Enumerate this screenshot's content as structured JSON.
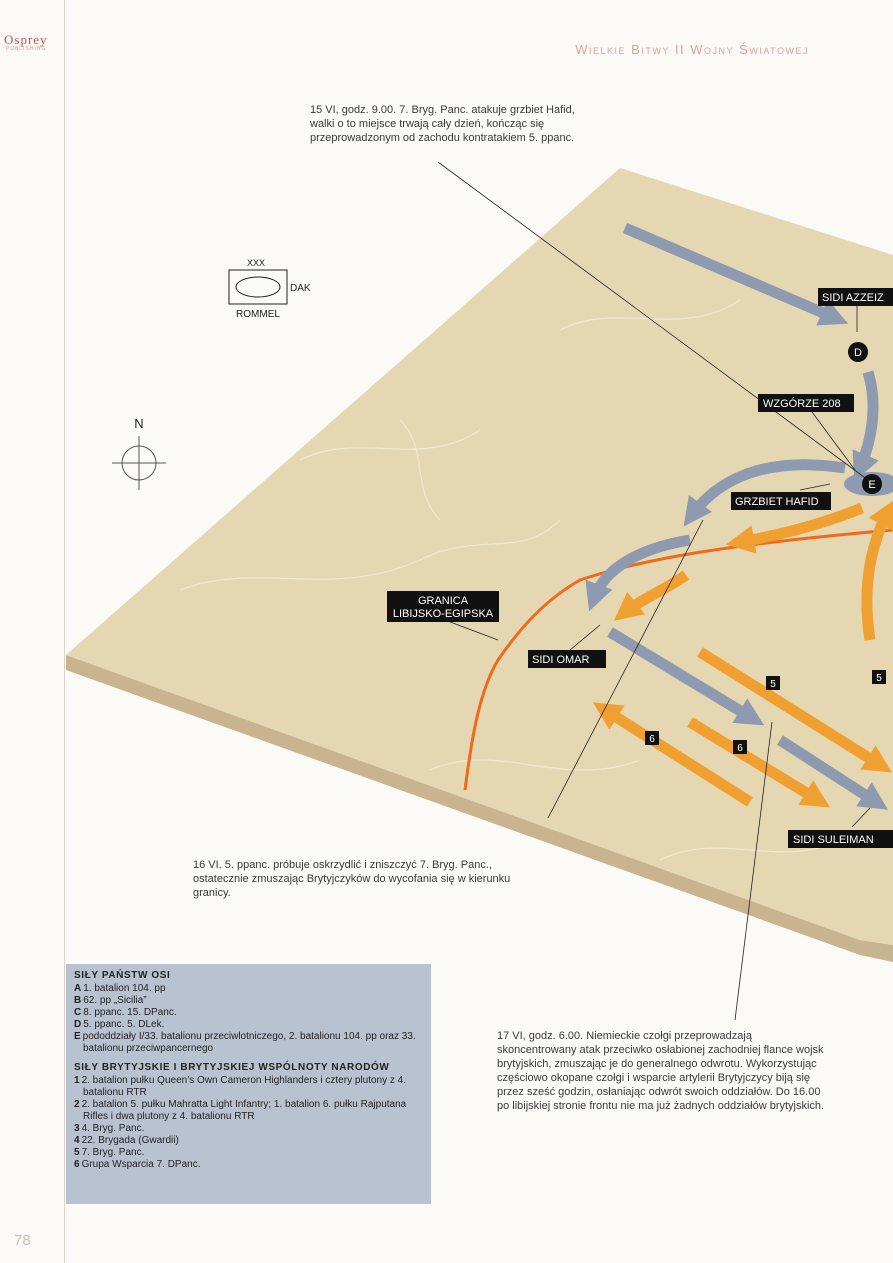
{
  "header": {
    "publisher": "Osprey",
    "publisher_sub": "PUBLISHING",
    "series_title": "Wielkie Bitwy II Wojny Światowej"
  },
  "page_number": "78",
  "colors": {
    "terrain": "#e6d7b3",
    "terrain_side": "#c8b48f",
    "axis_arrow": "#8e9ab0",
    "allied_arrow": "#f0a030",
    "border_line": "#f06a1a",
    "label_bg": "#111111"
  },
  "annotations": {
    "a15": "15 VI, godz. 9.00. 7. Bryg. Panc. atakuje grzbiet Hafid, walki o to miejsce trwają cały dzień, kończąc się przeprowadzonym od zachodu kontratakiem 5. ppanc.",
    "a16": "16 VI. 5. ppanc. próbuje oskrzydlić i zniszczyć 7. Bryg. Panc., ostatecznie zmuszając Brytyjczyków do wycofania się w kierunku granicy.",
    "a17": "17 VI, godz. 6.00. Niemieckie czołgi przeprowadzają skoncentrowany atak przeciwko osłabionej zachodniej flance wojsk brytyjskich, zmuszając je do generalnego odwrotu. Wykorzystując częściowo okopane czołgi i wsparcie artylerii Brytyjczycy biją się przez sześć godzin, osłaniając odwrót swoich oddziałów. Do 16.00 po libijskiej stronie frontu nie ma już żadnych oddziałów brytyjskich."
  },
  "legend_symbol": {
    "echelon": "XXX",
    "unit": "DAK",
    "commander": "ROMMEL"
  },
  "compass": {
    "label": "N"
  },
  "map_labels": {
    "sidi_azzeiz": "SIDI AZZEIZ",
    "wzgorze": "WZGÓRZE 208",
    "grzbiet": "GRZBIET HAFID",
    "granica_1": "GRANICA",
    "granica_2": "LIBIJSKO-EGIPSKA",
    "sidi_omar": "SIDI OMAR",
    "sidi_suleiman": "SIDI SULEIMAN"
  },
  "unit_markers": {
    "D": "D",
    "E": "E",
    "m5a": "5",
    "m5b": "5",
    "m6a": "6",
    "m6b": "6"
  },
  "forces": {
    "axis_title": "SIŁY PAŃSTW OSI",
    "axis": [
      {
        "code": "A",
        "text": "1. batalion 104. pp"
      },
      {
        "code": "B",
        "text": "62. pp „Sicilia”"
      },
      {
        "code": "C",
        "text": "8. ppanc. 15. DPanc."
      },
      {
        "code": "D",
        "text": "5. ppanc. 5. DLek."
      },
      {
        "code": "E",
        "text": "pododdziały I/33. batalionu przeciwlotniczego, 2. batalionu 104. pp oraz 33. batalionu przeciwpancernego"
      }
    ],
    "allied_title": "SIŁY BRYTYJSKIE I BRYTYJSKIEJ WSPÓLNOTY NARODÓW",
    "allied": [
      {
        "code": "1",
        "text": "2. batalion pułku Queen’s Own Cameron Highlanders i cztery plutony z 4. batalionu RTR"
      },
      {
        "code": "2",
        "text": "2. batalion 5. pułku Mahratta Light Infantry; 1. batalion 6. pułku Rajputana Rifles i dwa plutony z 4. batalionu RTR"
      },
      {
        "code": "3",
        "text": "4. Bryg. Panc."
      },
      {
        "code": "4",
        "text": "22. Brygada (Gwardii)"
      },
      {
        "code": "5",
        "text": "7. Bryg. Panc."
      },
      {
        "code": "6",
        "text": "Grupa Wsparcia 7. DPanc."
      }
    ]
  }
}
